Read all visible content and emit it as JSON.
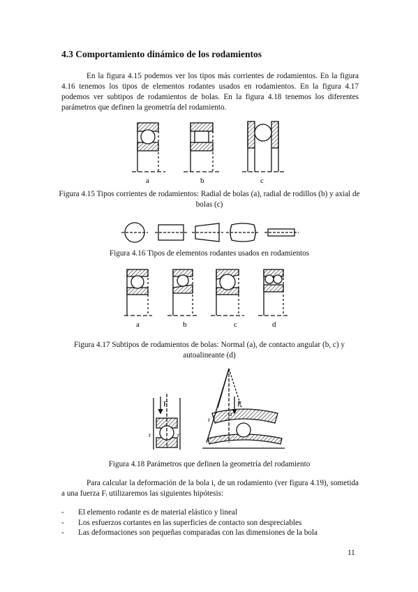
{
  "section": {
    "heading": "4.3 Comportamiento dinámico de los rodamientos",
    "intro": "En la figura 4.15 podemos ver los tipos más corrientes de rodamientos. En la figura 4.16 tenemos los tipos de elementos rodantes usados en rodamientos. En la figura 4.17 podemos ver subtipos de rodamientos de bolas. En la figura 4.18 tenemos los diferentes parámetros que definen la geometría del rodamiento."
  },
  "figures": {
    "fig415": {
      "labels": [
        "a",
        "b",
        "c"
      ],
      "caption": "Figura 4.15 Tipos corrientes de rodamientos: Radial de bolas (a), radial de rodillos (b) y axial de bolas (c)"
    },
    "fig416": {
      "caption": "Figura 4.16 Tipos de elementos rodantes usados en rodamientos"
    },
    "fig417": {
      "labels": [
        "a",
        "b",
        "c",
        "d"
      ],
      "caption": "Figura 4.17 Subtipos de rodamientos de bolas: Normal (a), de contacto angular (b, c) y autoalineante (d)"
    },
    "fig418": {
      "force_label": "F",
      "r_labels": [
        "r",
        "r",
        "r",
        "r"
      ],
      "caption": "Figura 4.18 Parámetros que definen la geometría del rodamiento"
    }
  },
  "body": {
    "paragraph": "Para calcular la deformación de la bola i, de un rodamiento (ver figura 4.19), sometida a una fuerza Fᵢ utilizaremos las siguientes hipótesis:",
    "hypotheses": [
      "El elemento rodante es de material elástico y lineal",
      "Los esfuerzos cortantes en las superficies de contacto son despreciables",
      "Las deformaciones son pequeñas comparadas con las dimensiones de la bola"
    ]
  },
  "page_number": "11"
}
